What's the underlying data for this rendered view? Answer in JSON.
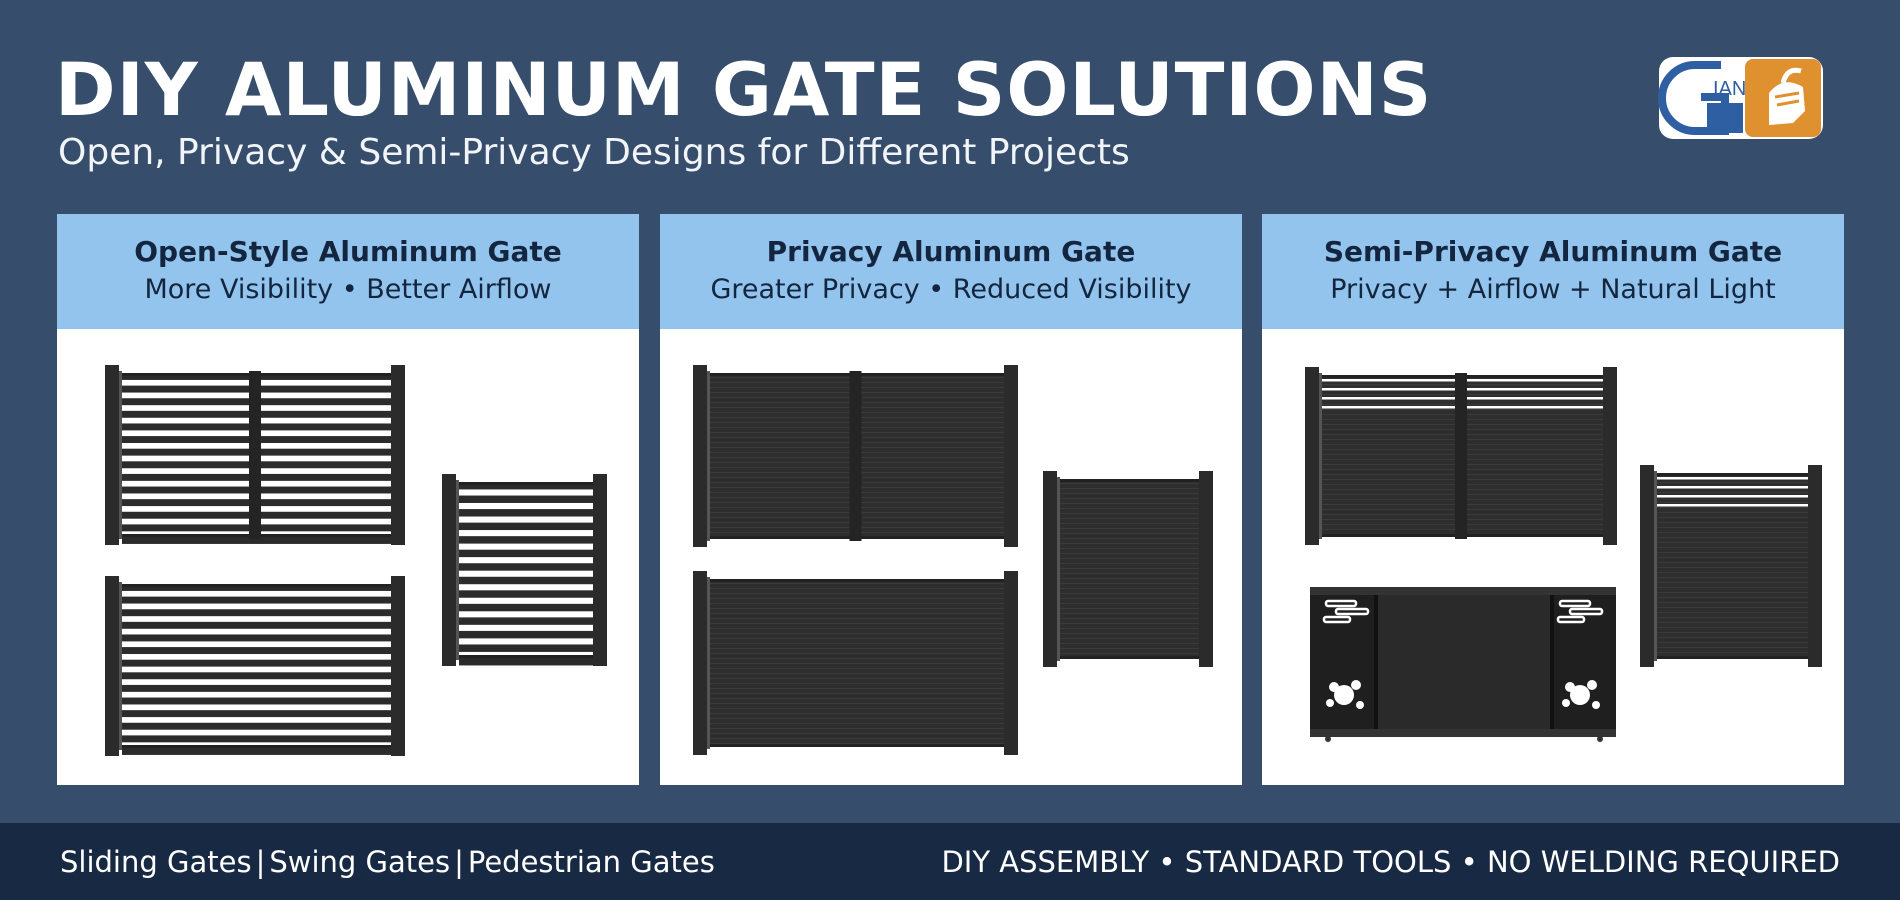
{
  "header": {
    "title": "DIY ALUMINUM GATE SOLUTIONS",
    "subtitle": "Open, Privacy & Semi-Privacy Designs for Different Projects"
  },
  "logo": {
    "text": "IANT",
    "icon": "knight-helmet-icon"
  },
  "panels": [
    {
      "title": "Open-Style Aluminum Gate",
      "subtitle": "More Visibility • Better Airflow"
    },
    {
      "title": "Privacy Aluminum Gate",
      "subtitle": "Greater Privacy • Reduced Visibility"
    },
    {
      "title": "Semi-Privacy Aluminum Gate",
      "subtitle": "Privacy + Airflow + Natural Light"
    }
  ],
  "footer": {
    "gate_types": [
      "Sliding Gates",
      "Swing Gates",
      "Pedestrian Gates"
    ],
    "separator": "|",
    "features": "DIY ASSEMBLY • STANDARD TOOLS • NO WELDING REQUIRED"
  },
  "colors": {
    "background": "#364d6b",
    "panel_header": "#93c4ed",
    "footer": "#172943",
    "gate": "#2b2b2b",
    "logo_orange": "#e0912f",
    "logo_blue": "#2f5fa3"
  }
}
